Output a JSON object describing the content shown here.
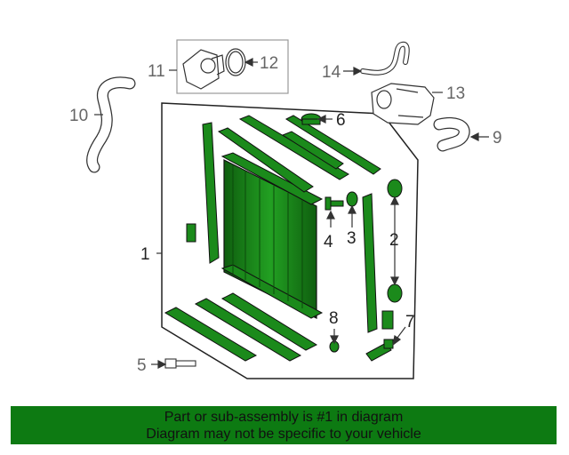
{
  "colors": {
    "part_green": "#1b8a1b",
    "part_green_dark": "#0f5e0f",
    "outline": "#222222",
    "gray_label": "#666666",
    "banner": "#0d7a12"
  },
  "callouts": [
    {
      "id": "1",
      "label": "1"
    },
    {
      "id": "2",
      "label": "2"
    },
    {
      "id": "3",
      "label": "3"
    },
    {
      "id": "4",
      "label": "4"
    },
    {
      "id": "5",
      "label": "5"
    },
    {
      "id": "6",
      "label": "6"
    },
    {
      "id": "7",
      "label": "7"
    },
    {
      "id": "8",
      "label": "8"
    },
    {
      "id": "9",
      "label": "9"
    },
    {
      "id": "10",
      "label": "10"
    },
    {
      "id": "11",
      "label": "11"
    },
    {
      "id": "12",
      "label": "12"
    },
    {
      "id": "13",
      "label": "13"
    },
    {
      "id": "14",
      "label": "14"
    }
  ],
  "footer": {
    "line1": "Part or sub-assembly is #1 in diagram",
    "line2": "Diagram may not be specific to your vehicle"
  }
}
